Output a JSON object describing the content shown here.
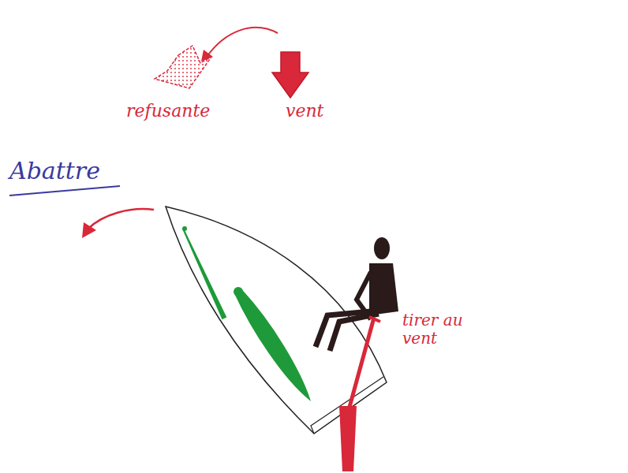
{
  "diagram": {
    "title": "Abattre",
    "labels": [
      "refusante",
      "vent",
      "tirer au vent"
    ]
  }
}
